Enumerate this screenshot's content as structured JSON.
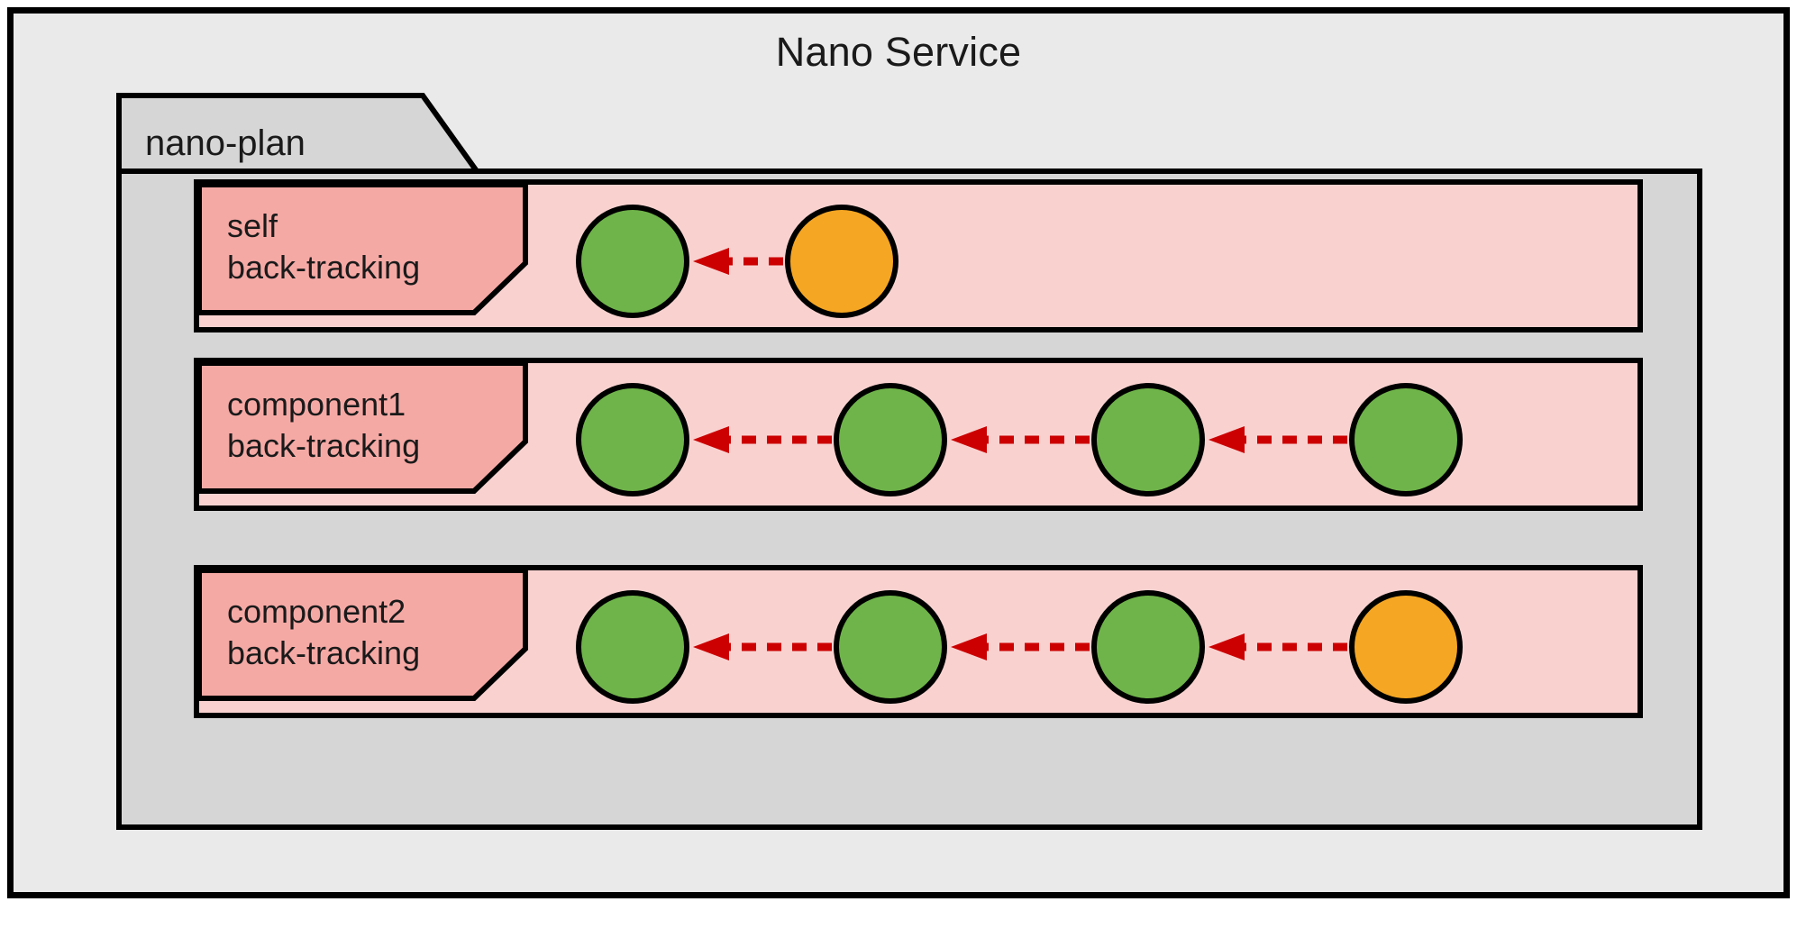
{
  "diagram": {
    "title": "Nano Service",
    "package": {
      "label": "nano-plan"
    },
    "colors": {
      "outer_background": "#eaeaea",
      "package_background": "#d6d6d6",
      "lane_background": "#f9d2d0",
      "lane_label_background": "#f5a9a5",
      "node_green": "#6fb44a",
      "node_orange": "#f5a623",
      "arrow_red": "#cc0000",
      "stroke": "#000000"
    },
    "lanes": [
      {
        "id": "self",
        "label": "self\nback-tracking",
        "nodes": [
          {
            "color": "green",
            "state": "done"
          },
          {
            "color": "orange",
            "state": "current"
          }
        ],
        "arrows": 1,
        "arrow_direction": "left",
        "arrow_style": "dashed"
      },
      {
        "id": "component1",
        "label": "component1\nback-tracking",
        "nodes": [
          {
            "color": "green",
            "state": "done"
          },
          {
            "color": "green",
            "state": "done"
          },
          {
            "color": "green",
            "state": "done"
          },
          {
            "color": "green",
            "state": "done"
          }
        ],
        "arrows": 3,
        "arrow_direction": "left",
        "arrow_style": "dashed"
      },
      {
        "id": "component2",
        "label": "component2\nback-tracking",
        "nodes": [
          {
            "color": "green",
            "state": "done"
          },
          {
            "color": "green",
            "state": "done"
          },
          {
            "color": "green",
            "state": "done"
          },
          {
            "color": "orange",
            "state": "current"
          }
        ],
        "arrows": 3,
        "arrow_direction": "left",
        "arrow_style": "dashed"
      }
    ]
  }
}
